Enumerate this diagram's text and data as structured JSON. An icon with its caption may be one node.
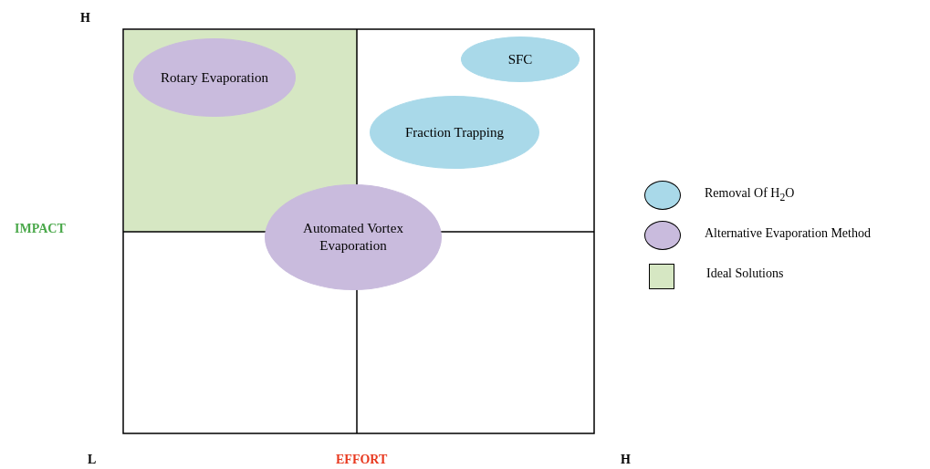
{
  "diagram": {
    "nodes": [
      {
        "text": [
          "Rotary Evaporation"
        ]
      },
      {
        "text": [
          "SFC"
        ]
      },
      {
        "text": [
          "Fraction Trapping"
        ]
      },
      {
        "text": [
          "Automated Vortex Evaporation"
        ]
      }
    ],
    "labels": [
      "H",
      "IMPACT",
      "L",
      "EFFORT",
      "H"
    ],
    "legend": [
      {
        "text": "Removal Of H$_{2}$O",
        "color": "#a9d9e9"
      },
      {
        "text": "Alternative Evaporation Method",
        "color": "#c9bbdd"
      },
      {
        "text": "Ideal Solutions",
        "color": "#d6e7c3"
      }
    ]
  }
}
